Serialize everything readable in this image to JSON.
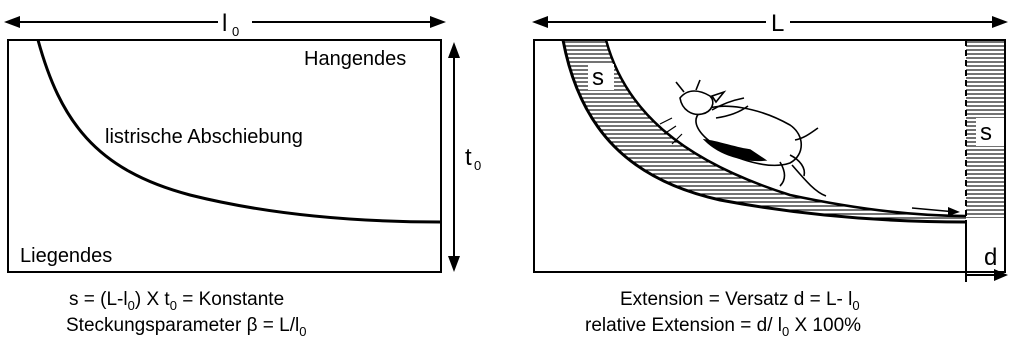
{
  "left_panel": {
    "width_label_main": "l",
    "width_label_sub": "0",
    "thickness_label_main": "t",
    "thickness_label_sub": "0",
    "hanging_wall": "Hangendes",
    "fault_label": "listrische Abschiebung",
    "footwall": "Liegendes"
  },
  "right_panel": {
    "width_label": "L",
    "area_label_left": "s",
    "area_label_right": "s",
    "offset_label": "d"
  },
  "captions": {
    "left_line1": {
      "a": "s = (L-l",
      "b": "0",
      "c": ") X t",
      "d": "0",
      "e": " = Konstante"
    },
    "left_line2": {
      "a": "Steckungsparameter β = L/l",
      "b": "0"
    },
    "right_line1": {
      "a": "Extension = Versatz d = L- l",
      "b": "0"
    },
    "right_line2": {
      "a": "relative Extension = d/ l",
      "b": "0",
      "c": " X 100%"
    }
  },
  "colors": {
    "ink": "#000000",
    "background": "#ffffff"
  }
}
